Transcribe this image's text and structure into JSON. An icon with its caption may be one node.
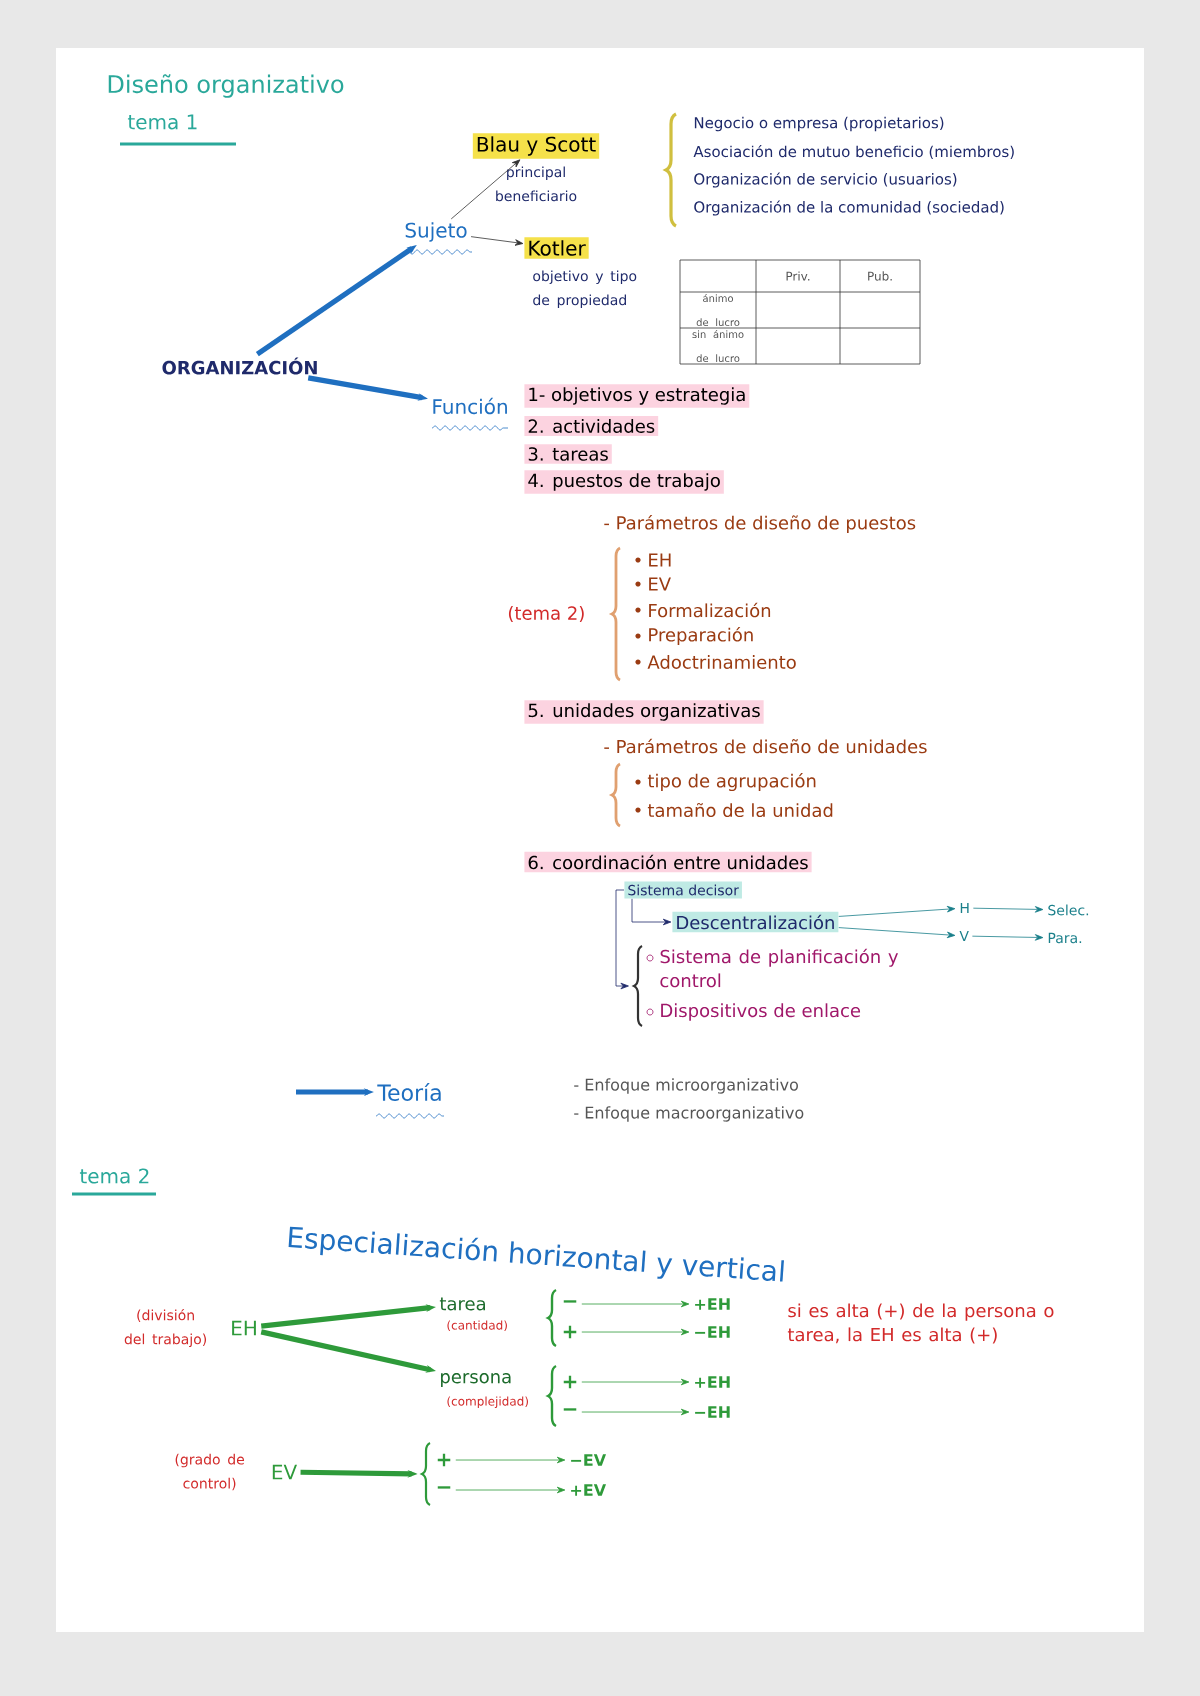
{
  "diagram": {
    "title": "Diseño organizativo",
    "nodes": [
      {
        "text": [
          "ORGANIZACIÓN"
        ]
      },
      {
        "text": [
          "Sujeto"
        ]
      },
      {
        "text": [
          "Función"
        ]
      },
      {
        "text": [
          "Blau y Scott"
        ],
        "beside": [
          "principal beneficiario"
        ]
      },
      {
        "text": [
          "Kotler"
        ],
        "beside": [
          "objetivo y tipo de propiedad"
        ]
      },
      {
        "text": [
          "Teoría"
        ]
      },
      {
        "text": [
          "EH"
        ],
        "beside": [
          "(división del trabajo)"
        ]
      },
      {
        "text": [
          "tarea"
        ],
        "beside": [
          "(cantidad)"
        ]
      },
      {
        "text": [
          "persona"
        ],
        "beside": [
          "(complejidad)"
        ]
      },
      {
        "text": [
          "−"
        ]
      },
      {
        "text": [
          "+"
        ]
      },
      {
        "text": [
          "+"
        ]
      },
      {
        "text": [
          "−"
        ]
      },
      {
        "text": [
          "+EH"
        ]
      },
      {
        "text": [
          "−EH"
        ]
      },
      {
        "text": [
          "+EH"
        ]
      },
      {
        "text": [
          "−EH"
        ]
      },
      {
        "text": [
          "EV"
        ],
        "beside": [
          "(grado de control)"
        ]
      },
      {
        "text": [
          "+"
        ]
      },
      {
        "text": [
          "−"
        ]
      },
      {
        "text": [
          "−EV"
        ]
      },
      {
        "text": [
          "+EV"
        ]
      },
      {
        "text": [
          "Sistema decisor"
        ]
      },
      {
        "text": [
          "Descentralización"
        ]
      },
      {
        "text": [
          "H"
        ]
      },
      {
        "text": [
          "V"
        ]
      },
      {
        "text": [
          "Selec."
        ]
      },
      {
        "text": [
          "Para."
        ]
      },
      {
        "text": [
          "Sistema de planificación y control"
        ]
      },
      {
        "text": [
          "Dispositivos de enlace"
        ]
      },
      {
        "text": [],
        "shape": "brace"
      },
      {
        "text": [],
        "shape": "brace"
      }
    ],
    "edges": [
      {
        "from": 0,
        "to": 1,
        "arrow": "to",
        "style": "thick",
        "color": "#1f6fc0"
      },
      {
        "from": 0,
        "to": 2,
        "arrow": "to",
        "style": "thick",
        "color": "#1f6fc0"
      },
      {
        "from": 1,
        "to": 3,
        "arrow": "to",
        "color": "#333333"
      },
      {
        "from": 1,
        "to": 4,
        "arrow": "to",
        "color": "#333333"
      },
      {
        "from": null,
        "to": 5,
        "arrow": "to",
        "style": "thick",
        "color": "#1f6fc0"
      },
      {
        "from": 6,
        "to": 7,
        "arrow": "to",
        "style": "thick"
      },
      {
        "from": 6,
        "to": 8,
        "arrow": "to",
        "style": "thick"
      },
      {
        "from": 9,
        "to": 13,
        "arrow": "to"
      },
      {
        "from": 10,
        "to": 14,
        "arrow": "to"
      },
      {
        "from": 11,
        "to": 15,
        "arrow": "to"
      },
      {
        "from": 12,
        "to": 16,
        "arrow": "to"
      },
      {
        "from": 17,
        "to": 31,
        "arrow": "to",
        "style": "thick"
      },
      {
        "from": 18,
        "to": 20,
        "arrow": "to"
      },
      {
        "from": 19,
        "to": 21,
        "arrow": "to"
      },
      {
        "from": 22,
        "to": 23,
        "arrow": "to",
        "color": "#1f2a6b"
      },
      {
        "from": 22,
        "to": 30,
        "arrow": "to",
        "color": "#1f2a6b"
      },
      {
        "from": 23,
        "to": 24,
        "arrow": "to",
        "color": "#1a7f8a"
      },
      {
        "from": 23,
        "to": 25,
        "arrow": "to",
        "color": "#1a7f8a"
      },
      {
        "from": 24,
        "to": 26,
        "arrow": "to",
        "color": "#1a7f8a"
      },
      {
        "from": 25,
        "to": 27,
        "arrow": "to",
        "color": "#1a7f8a"
      }
    ],
    "labels": [
      "tema 1",
      "Negocio o empresa (propietarios)",
      "Asociación de mutuo beneficio (miembros)",
      "Organización de servicio (usuarios)",
      "Organización de la comunidad (sociedad)",
      "Priv.",
      "Pub.",
      "ánimo de lucro",
      "sin ánimo de lucro",
      "1- objetivos y estrategia",
      "2. actividades",
      "3. tareas",
      "4. puestos de trabajo",
      "- Parámetros de diseño de puestos",
      "(tema 2)",
      "EH",
      "EV",
      "Formalización",
      "Preparación",
      "Adoctrinamiento",
      "5. unidades organizativas",
      "- Parámetros de diseño de unidades",
      "tipo de agrupación",
      "tamaño de la unidad",
      "6. coordinación entre unidades",
      "- Enfoque microorganizativo",
      "- Enfoque macroorganizativo",
      "tema 2",
      "Especialización horizontal y vertical",
      "si es alta (+) de la persona o tarea, la EH es alta (+)"
    ]
  }
}
